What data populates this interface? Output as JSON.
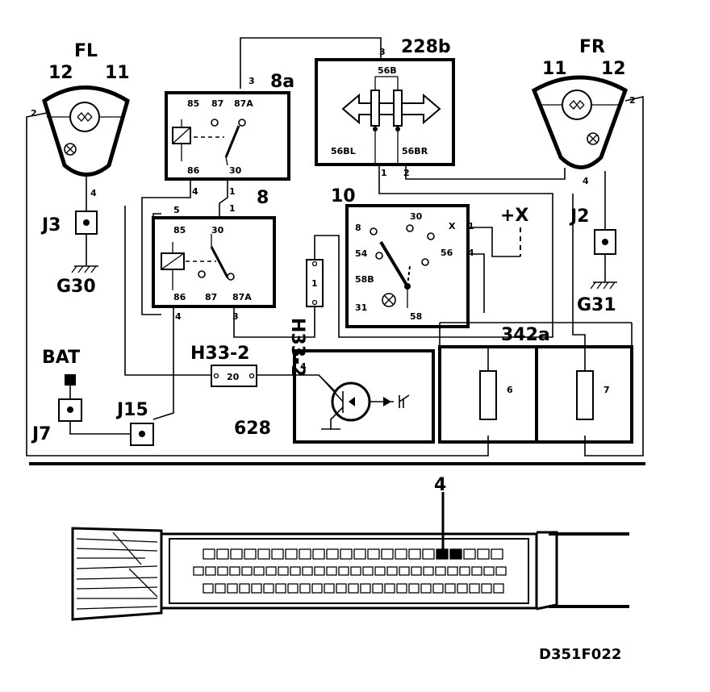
{
  "labels": {
    "fl": "FL",
    "fl_12": "12",
    "fl_11": "11",
    "fl_2": "2",
    "fl_4": "4",
    "fr": "FR",
    "fr_11": "11",
    "fr_12": "12",
    "fr_2": "2",
    "fr_4": "4",
    "j3": "J3",
    "g30": "G30",
    "j2": "J2",
    "g31": "G31",
    "relay_8a": "8a",
    "relay_8a_pin3": "3",
    "r8a_85": "85",
    "r8a_87": "87",
    "r8a_87a": "87A",
    "r8a_86": "86",
    "r8a_30": "30",
    "relay_8": "8",
    "r8_85": "85",
    "r8_30": "30",
    "r8_86": "86",
    "r8_87": "87",
    "r8_87a": "87A",
    "r8_5": "5",
    "r8_4_top": "4",
    "r8_1a": "1",
    "r8_1b": "1",
    "r8_4_bot": "4",
    "r8_3": "3",
    "sw_228b": "228b",
    "sw_228b_pin3": "3",
    "sw_56b": "56B",
    "sw_56bl": "56BL",
    "sw_56br": "56BR",
    "sw_1": "1",
    "sw_2": "2",
    "sw_10": "10",
    "s10_8": "8",
    "s10_30": "30",
    "s10_x": "X",
    "s10_1": "1",
    "s10_54": "54",
    "s10_56": "56",
    "s10_4": "4",
    "s10_58b": "58B",
    "s10_31": "31",
    "s10_58": "58",
    "plus_x": "+X",
    "h33_2_vert": "H33-2",
    "h33_2_pin": "1",
    "bat": "BAT",
    "j7": "J7",
    "j15": "J15",
    "h33_2": "H33-2",
    "h33_2_20": "20",
    "c628": "628",
    "c628_4": "4",
    "fuse_342a": "342a",
    "fuse_6": "6",
    "fuse_7": "7",
    "connector_4": "4",
    "doc_id": "D351F022"
  }
}
